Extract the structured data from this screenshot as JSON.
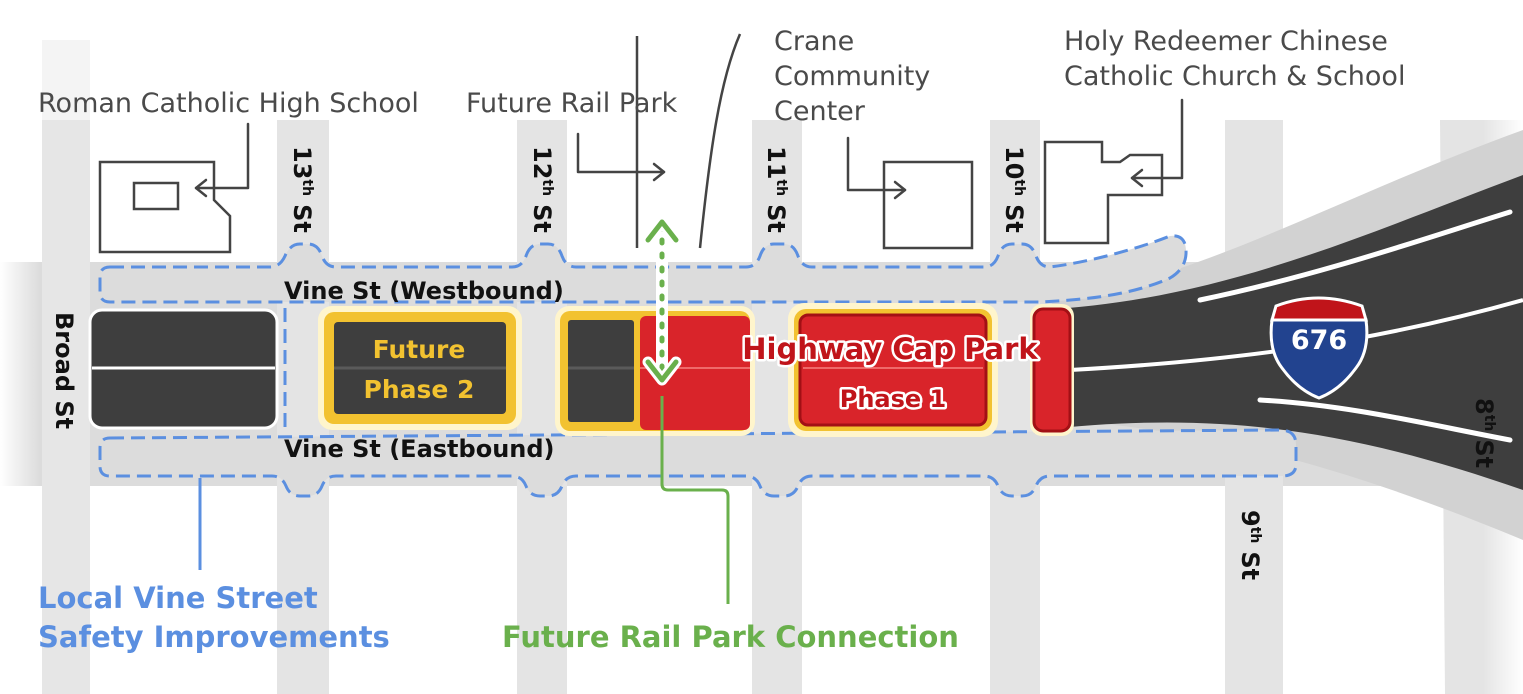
{
  "landmarks": {
    "roman_catholic": "Roman Catholic High School",
    "future_rail_park": "Future Rail Park",
    "crane_line1": "Crane",
    "crane_line2": "Community",
    "crane_line3": "Center",
    "holy_line1": "Holy Redeemer Chinese",
    "holy_line2": "Catholic Church & School"
  },
  "streets": {
    "s13_num": "13",
    "s13_sup": "th",
    "s13_suffix": "St",
    "s12_num": "12",
    "s12_sup": "th",
    "s12_suffix": "St",
    "s11_num": "11",
    "s11_sup": "th",
    "s11_suffix": "St",
    "s10_num": "10",
    "s10_sup": "th",
    "s10_suffix": "St",
    "s9_num": "9",
    "s9_sup": "th",
    "s9_suffix": "St",
    "s8_num": "8",
    "s8_sup": "th",
    "s8_suffix": "St",
    "broad": "Broad St",
    "vine_west": "Vine St (Westbound)",
    "vine_east": "Vine St (Eastbound)"
  },
  "zones": {
    "future_line1": "Future",
    "future_line2": "Phase 2",
    "cap_title": "Highway Cap Park",
    "cap_phase": "Phase 1"
  },
  "highway": {
    "route": "676"
  },
  "legend": {
    "local_line1": "Local Vine Street",
    "local_line2": "Safety Improvements",
    "rail_connection": "Future Rail Park Connection"
  },
  "colors": {
    "street_gray": "#dcdcdc",
    "roadway": "#3e3e3e",
    "outline_blue": "#5b8fe0",
    "cap_red": "#d9242a",
    "phase_yellow": "#f2c230",
    "connection_green": "#6ab04c",
    "shield_blue": "#22438f",
    "shield_red": "#c0141a"
  }
}
